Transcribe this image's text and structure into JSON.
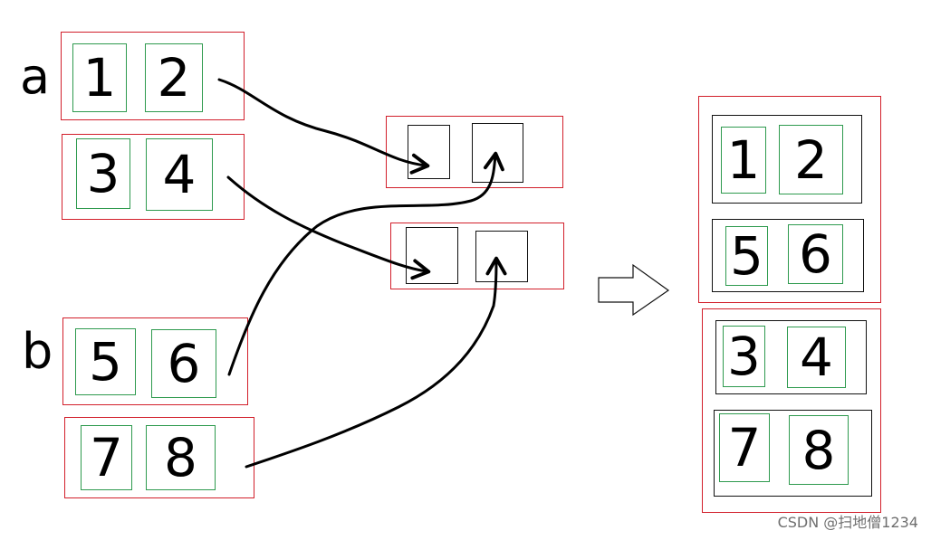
{
  "labels": {
    "a": "a",
    "b": "b"
  },
  "left": {
    "a_row1": [
      "1",
      "2"
    ],
    "a_row2": [
      "3",
      "4"
    ],
    "b_row1": [
      "5",
      "6"
    ],
    "b_row2": [
      "7",
      "8"
    ]
  },
  "result": {
    "group1_row1": [
      "1",
      "2"
    ],
    "group1_row2": [
      "5",
      "6"
    ],
    "group2_row1": [
      "3",
      "4"
    ],
    "group2_row2": [
      "7",
      "8"
    ]
  },
  "colors": {
    "outer_box": "#d21f2b",
    "inner_box": "#2e9a4e",
    "pair_box": "#111111"
  },
  "watermark": "CSDN @扫地僧1234"
}
